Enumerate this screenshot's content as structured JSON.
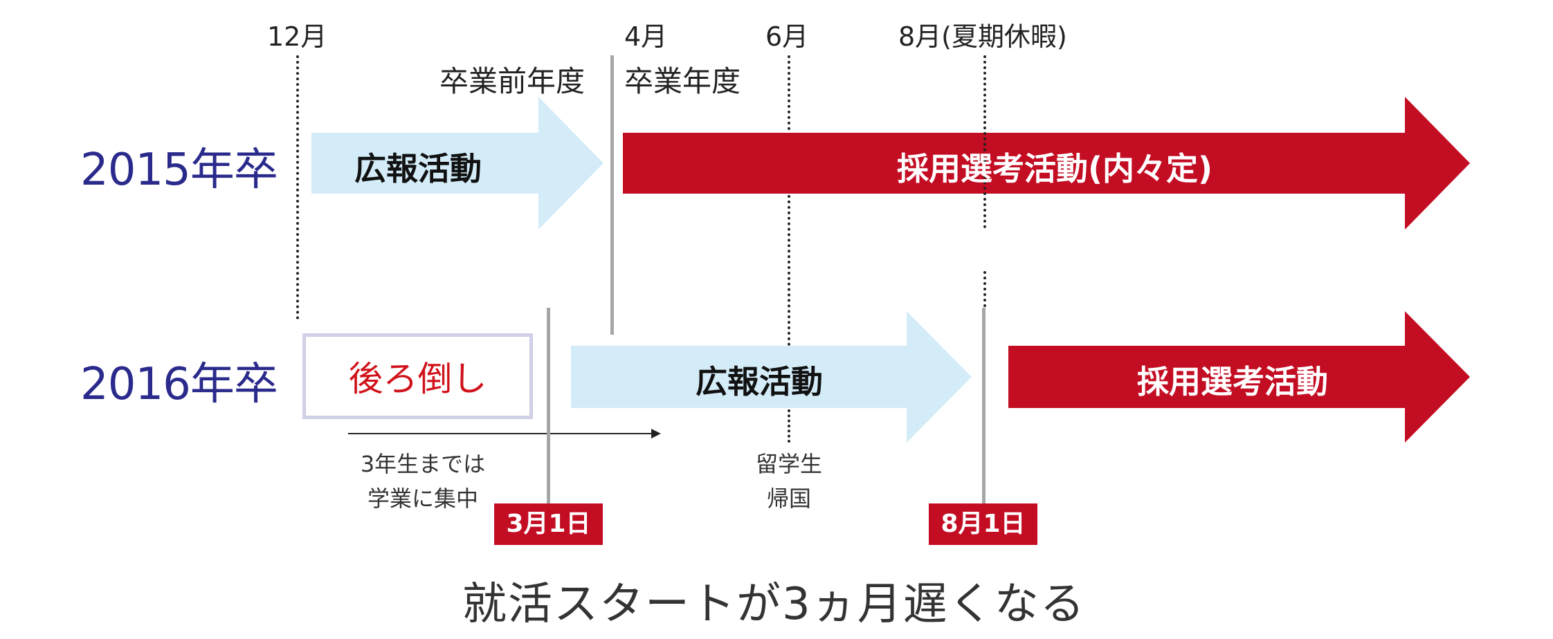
{
  "timeline": {
    "month_dec": "12月",
    "month_apr": "4月",
    "month_jun": "6月",
    "month_aug": "8月(夏期休暇)",
    "fy_before": "卒業前年度",
    "fy_grad": "卒業年度"
  },
  "rows": {
    "row2015": {
      "label": "2015年卒",
      "pr_label": "広報活動",
      "selection_label": "採用選考活動(内々定)"
    },
    "row2016": {
      "label": "2016年卒",
      "postpone_label": "後ろ倒し",
      "pr_label": "広報活動",
      "selection_label": "採用選考活動"
    }
  },
  "notes": {
    "study_line1": "3年生までは",
    "study_line2": "学業に集中",
    "abroad_line1": "留学生",
    "abroad_line2": "帰国"
  },
  "dates": {
    "pr_start": "3月1日",
    "selection_start": "8月1日"
  },
  "caption": "就活スタートが3ヵ月遅くなる",
  "colors": {
    "light_blue": "#d4ecf8",
    "crimson": "#c30d23",
    "navy": "#2a2a8c"
  }
}
